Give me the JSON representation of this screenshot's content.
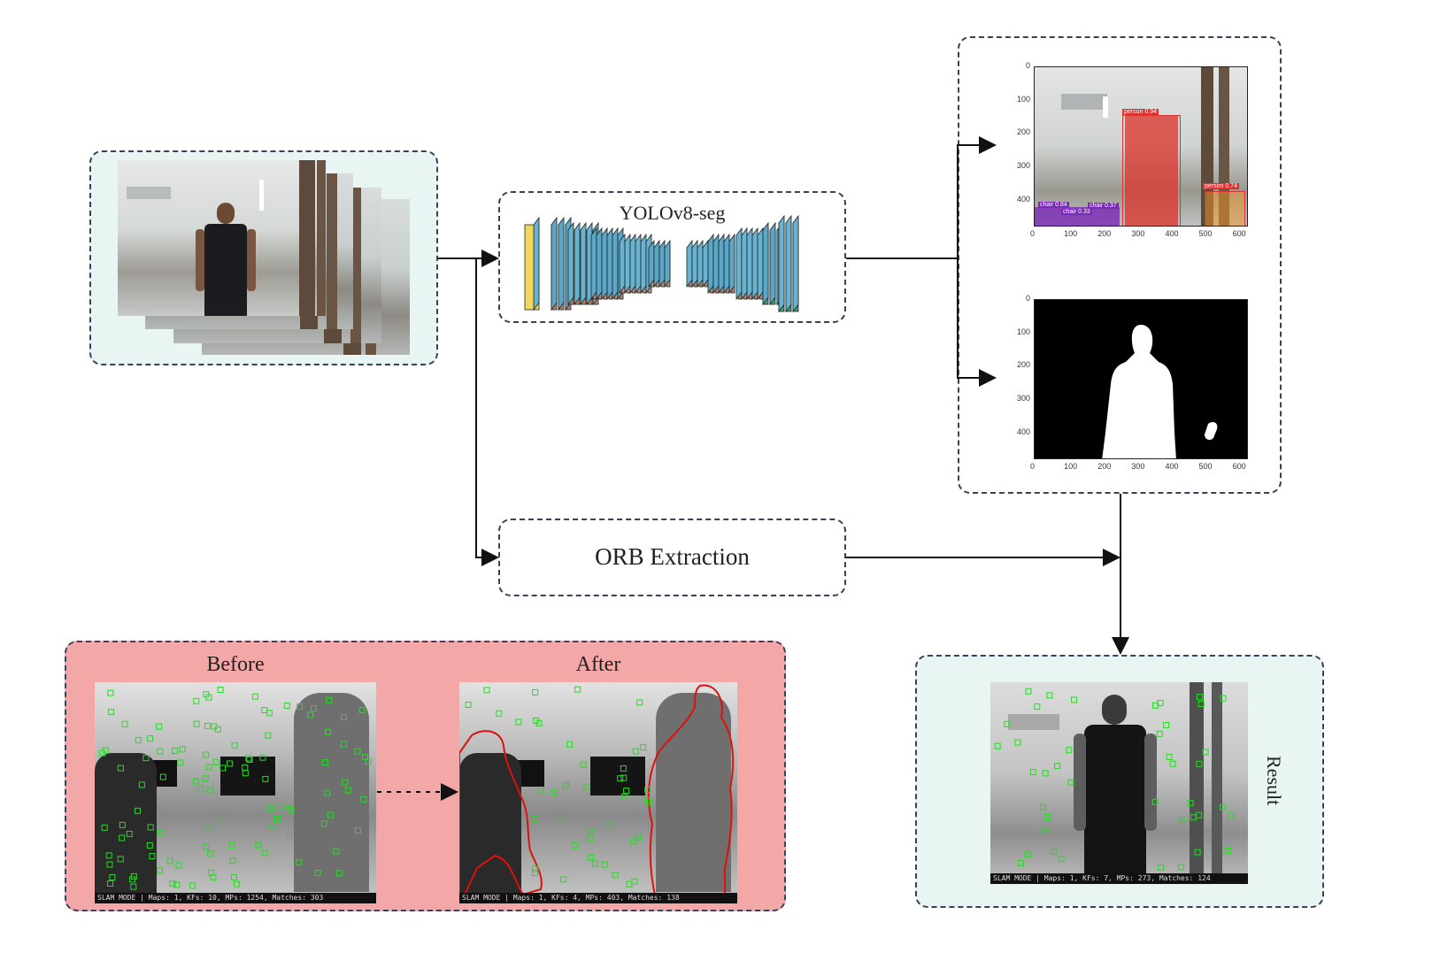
{
  "colors": {
    "input_box_fill": "#e8f5f3",
    "compare_box_fill": "#f4a7a7",
    "result_box_fill": "#e8f5f3",
    "box_border": "#3a3f5a",
    "keypoint": "#22dd22",
    "contour": "#dd1111",
    "detect_person": "#e03030",
    "detect_chair": "#7a2ab8"
  },
  "yolo": {
    "title": "YOLOv8-seg"
  },
  "orb": {
    "label": "ORB Extraction"
  },
  "compare": {
    "before_label": "Before",
    "after_label": "After",
    "before_status": "SLAM MODE |  Maps: 1, KFs: 10, MPs: 1254, Matches: 303",
    "after_status": "SLAM MODE |  Maps: 1, KFs: 4, MPs: 403, Matches: 138"
  },
  "result": {
    "label": "Result",
    "status": "SLAM MODE |  Maps: 1, KFs: 7, MPs: 273, Matches: 124"
  },
  "detection_plot": {
    "x_ticks": [
      "0",
      "100",
      "200",
      "300",
      "400",
      "500",
      "600"
    ],
    "y_ticks": [
      "0",
      "100",
      "200",
      "300",
      "400"
    ],
    "detections": [
      {
        "label": "person 0.94"
      },
      {
        "label": "person 0.74"
      },
      {
        "label": "chair 0.84"
      },
      {
        "label": "chair 0.33"
      },
      {
        "label": "chair 0.37"
      }
    ]
  },
  "mask_plot": {
    "x_ticks": [
      "0",
      "100",
      "200",
      "300",
      "400",
      "500",
      "600"
    ],
    "y_ticks": [
      "0",
      "100",
      "200",
      "300",
      "400"
    ]
  }
}
